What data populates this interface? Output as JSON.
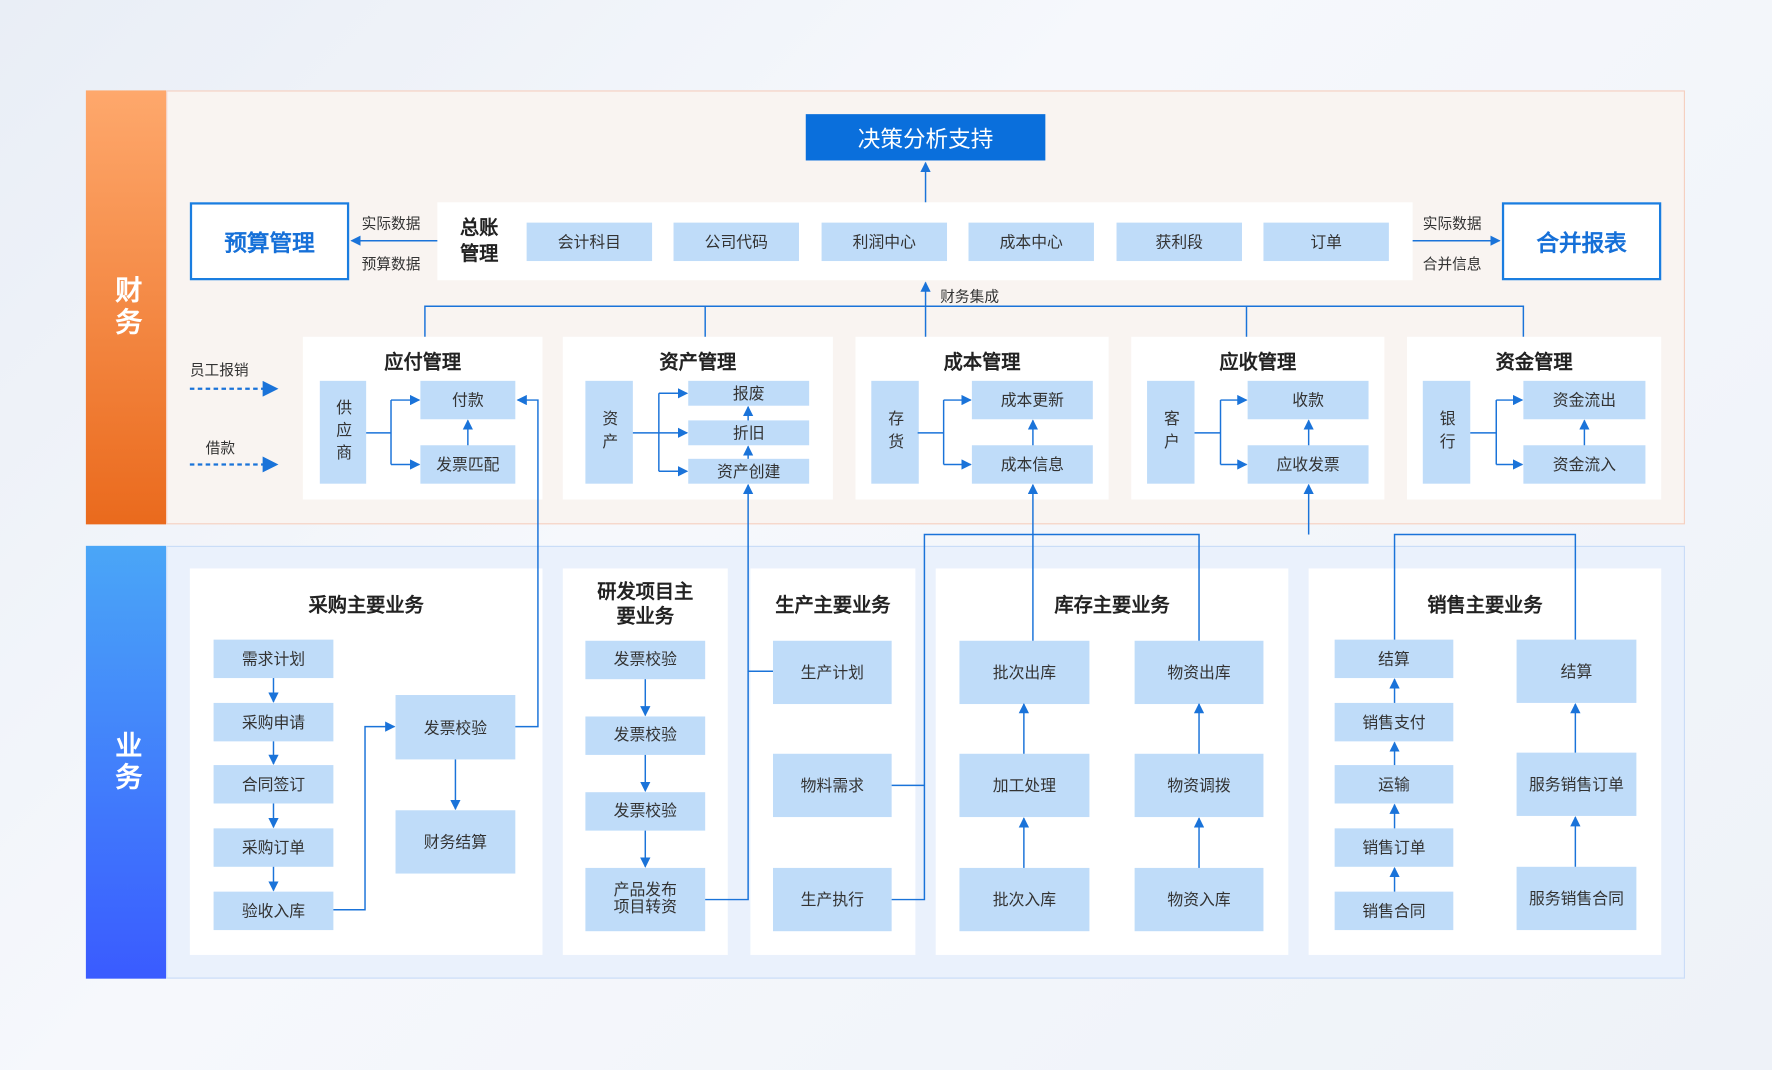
{
  "finance": {
    "label": "财务",
    "decision": "决策分析支持",
    "budget": "预算管理",
    "consolidated": "合并报表",
    "left_labels": [
      "实际数据",
      "预算数据"
    ],
    "right_labels": [
      "实际数据",
      "合并信息"
    ],
    "gl": {
      "title": "总账管理",
      "items": [
        "会计科目",
        "公司代码",
        "利润中心",
        "成本中心",
        "获利段",
        "订单"
      ]
    },
    "integration": "财务集成",
    "inputs": [
      "员工报销",
      "借款"
    ],
    "modules": [
      {
        "title": "应付管理",
        "source": "供应商",
        "items": [
          "付款",
          "发票匹配"
        ]
      },
      {
        "title": "资产管理",
        "source": "资产",
        "items": [
          "报废",
          "折旧",
          "资产创建"
        ]
      },
      {
        "title": "成本管理",
        "source": "存货",
        "items": [
          "成本更新",
          "成本信息"
        ]
      },
      {
        "title": "应收管理",
        "source": "客户",
        "items": [
          "收款",
          "应收发票"
        ]
      },
      {
        "title": "资金管理",
        "source": "银行",
        "items": [
          "资金流出",
          "资金流入"
        ]
      }
    ]
  },
  "business": {
    "label": "业务",
    "purchase": {
      "title": "采购主要业务",
      "left": [
        "需求计划",
        "采购申请",
        "合同签订",
        "采购订单",
        "验收入库"
      ],
      "right": [
        "发票校验",
        "财务结算"
      ]
    },
    "rd": {
      "title": "研发项目主要业务",
      "items": [
        "发票校验",
        "发票校验",
        "发票校验",
        "产品发布项目转资"
      ]
    },
    "production": {
      "title": "生产主要业务",
      "items": [
        "生产计划",
        "物料需求",
        "生产执行"
      ]
    },
    "inventory": {
      "title": "库存主要业务",
      "left": [
        "批次出库",
        "加工处理",
        "批次入库"
      ],
      "right": [
        "物资出库",
        "物资调拨",
        "物资入库"
      ]
    },
    "sales": {
      "title": "销售主要业务",
      "left": [
        "结算",
        "销售支付",
        "运输",
        "销售订单",
        "销售合同"
      ],
      "right": [
        "结算",
        "服务销售订单",
        "服务销售合同"
      ]
    }
  }
}
